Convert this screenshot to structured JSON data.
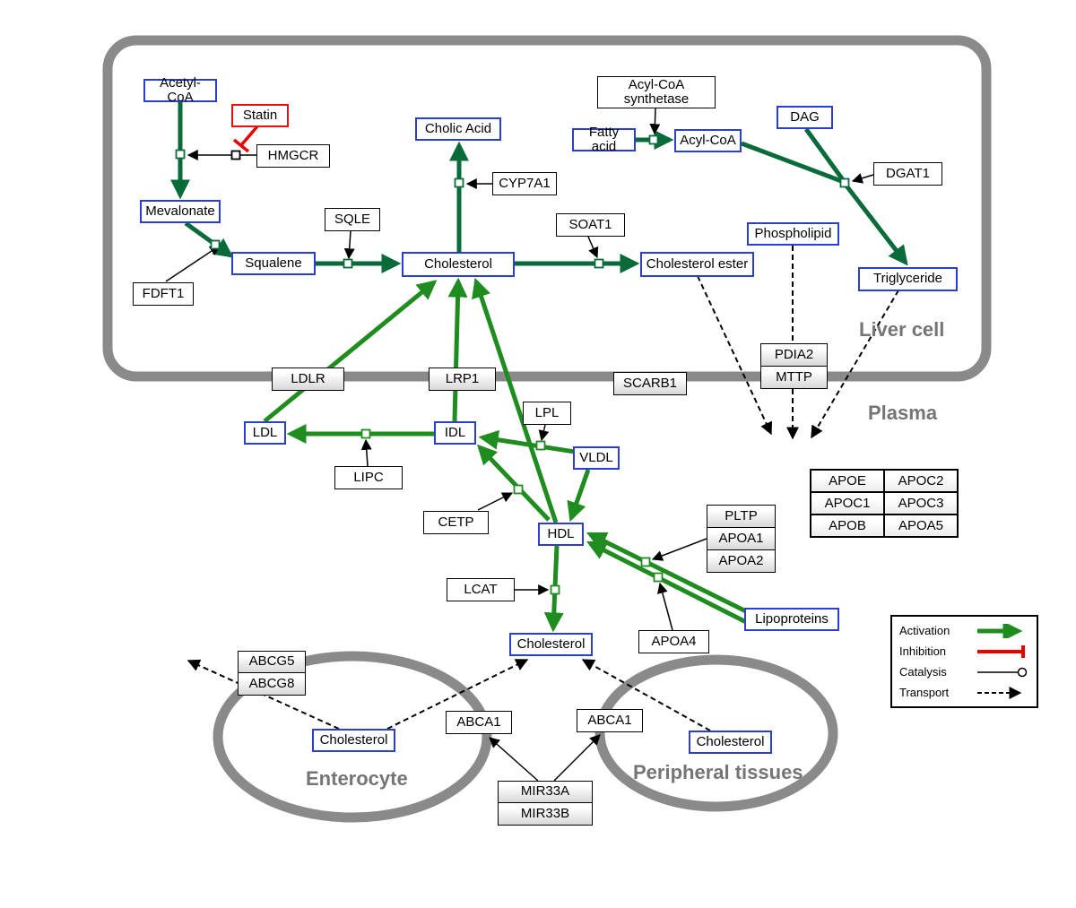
{
  "regions": {
    "liver_label": "Liver cell",
    "plasma_label": "Plasma",
    "enterocyte_label": "Enterocyte",
    "peripheral_label": "Peripheral tissues"
  },
  "nodes": {
    "acetyl_coa": "Acetyl-CoA",
    "statin": "Statin",
    "hmgcr": "HMGCR",
    "mevalonate": "Mevalonate",
    "fdft1": "FDFT1",
    "squalene": "Squalene",
    "sqle": "SQLE",
    "cholesterol_liver": "Cholesterol",
    "cholic_acid": "Cholic Acid",
    "cyp7a1": "CYP7A1",
    "soat1": "SOAT1",
    "cholesterol_ester": "Cholesterol ester",
    "acyl_coa_synthetase": "Acyl-CoA synthetase",
    "fatty_acid": "Fatty acid",
    "acyl_coa": "Acyl-CoA",
    "dag": "DAG",
    "dgat1": "DGAT1",
    "phospholipid": "Phospholipid",
    "triglyceride": "Triglyceride",
    "ldlr": "LDLR",
    "lrp1": "LRP1",
    "scarb1": "SCARB1",
    "pdia2": "PDIA2",
    "mttp": "MTTP",
    "ldl": "LDL",
    "idl": "IDL",
    "lipc": "LIPC",
    "lpl": "LPL",
    "vldl": "VLDL",
    "cetp": "CETP",
    "hdl": "HDL",
    "pltp": "PLTP",
    "apoa1": "APOA1",
    "apoa2": "APOA2",
    "lcat": "LCAT",
    "apoa4": "APOA4",
    "lipoproteins": "Lipoproteins",
    "cholesterol_plasma": "Cholesterol",
    "abcg5": "ABCG5",
    "abcg8": "ABCG8",
    "cholesterol_enterocyte": "Cholesterol",
    "abca1_left": "ABCA1",
    "abca1_right": "ABCA1",
    "cholesterol_peripheral": "Cholesterol",
    "mir33a": "MIR33A",
    "mir33b": "MIR33B"
  },
  "apo_table": [
    [
      "APOE",
      "APOC2"
    ],
    [
      "APOC1",
      "APOC3"
    ],
    [
      "APOB",
      "APOA5"
    ]
  ],
  "legend": {
    "activation": "Activation",
    "inhibition": "Inhibition",
    "catalysis": "Catalysis",
    "transport": "Transport"
  },
  "colors": {
    "metabolite_border": "#2b3fc8",
    "inhibitor_border": "#e81111",
    "activation_green": "#1e8c1e",
    "activation_dark_green": "#0a6b3a",
    "inhibition_red": "#e60000",
    "membrane_gray": "#8a8a8a"
  }
}
